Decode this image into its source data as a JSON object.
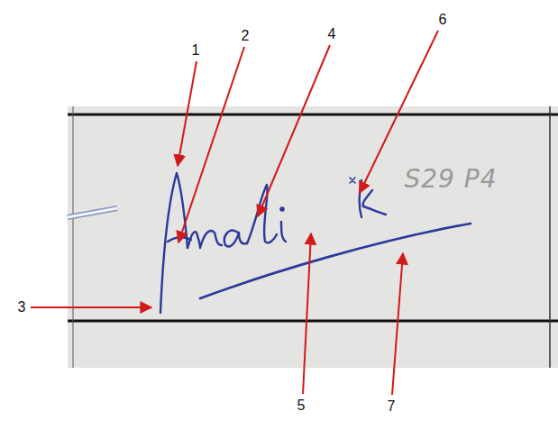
{
  "diagram": {
    "labels": [
      "1",
      "2",
      "4",
      "6",
      "3",
      "5",
      "7",
      "S29 P4"
    ]
  }
}
